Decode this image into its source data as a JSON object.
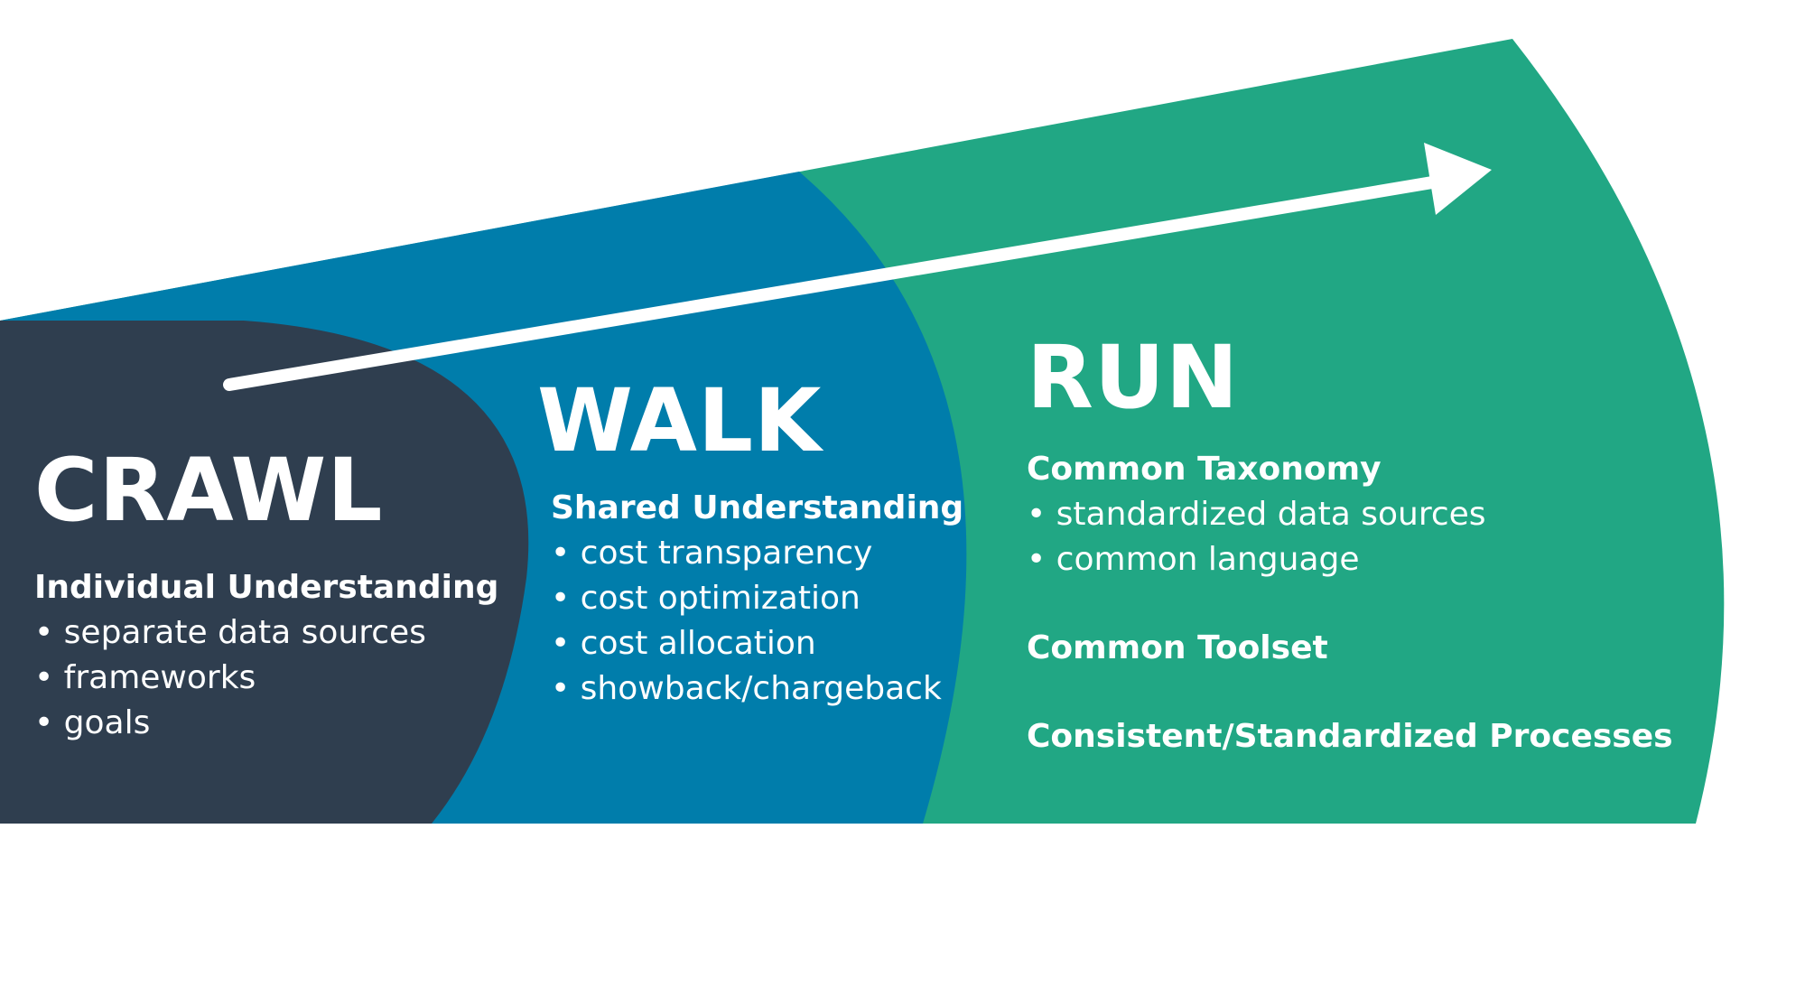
{
  "colors": {
    "crawl": "#2f3e4f",
    "walk": "#007dab",
    "run": "#21a784",
    "arrow": "#ffffff",
    "text": "#ffffff",
    "background": "#ffffff"
  },
  "stages": {
    "crawl": {
      "title": "CRAWL",
      "heading": "Individual Understanding",
      "bullets": [
        "• separate data sources",
        "• frameworks",
        "• goals"
      ]
    },
    "walk": {
      "title": "WALK",
      "heading": "Shared Understanding",
      "bullets": [
        "• cost transparency",
        "• cost optimization",
        "• cost allocation",
        "• showback/chargeback"
      ]
    },
    "run": {
      "title": "RUN",
      "heading": "Common Taxonomy",
      "bullets": [
        "• standardized data sources",
        "• common language"
      ],
      "extra_headings": [
        "Common Toolset",
        "Consistent/Standardized Processes"
      ]
    }
  },
  "arrow": {
    "icon": "progression-arrow-icon"
  }
}
